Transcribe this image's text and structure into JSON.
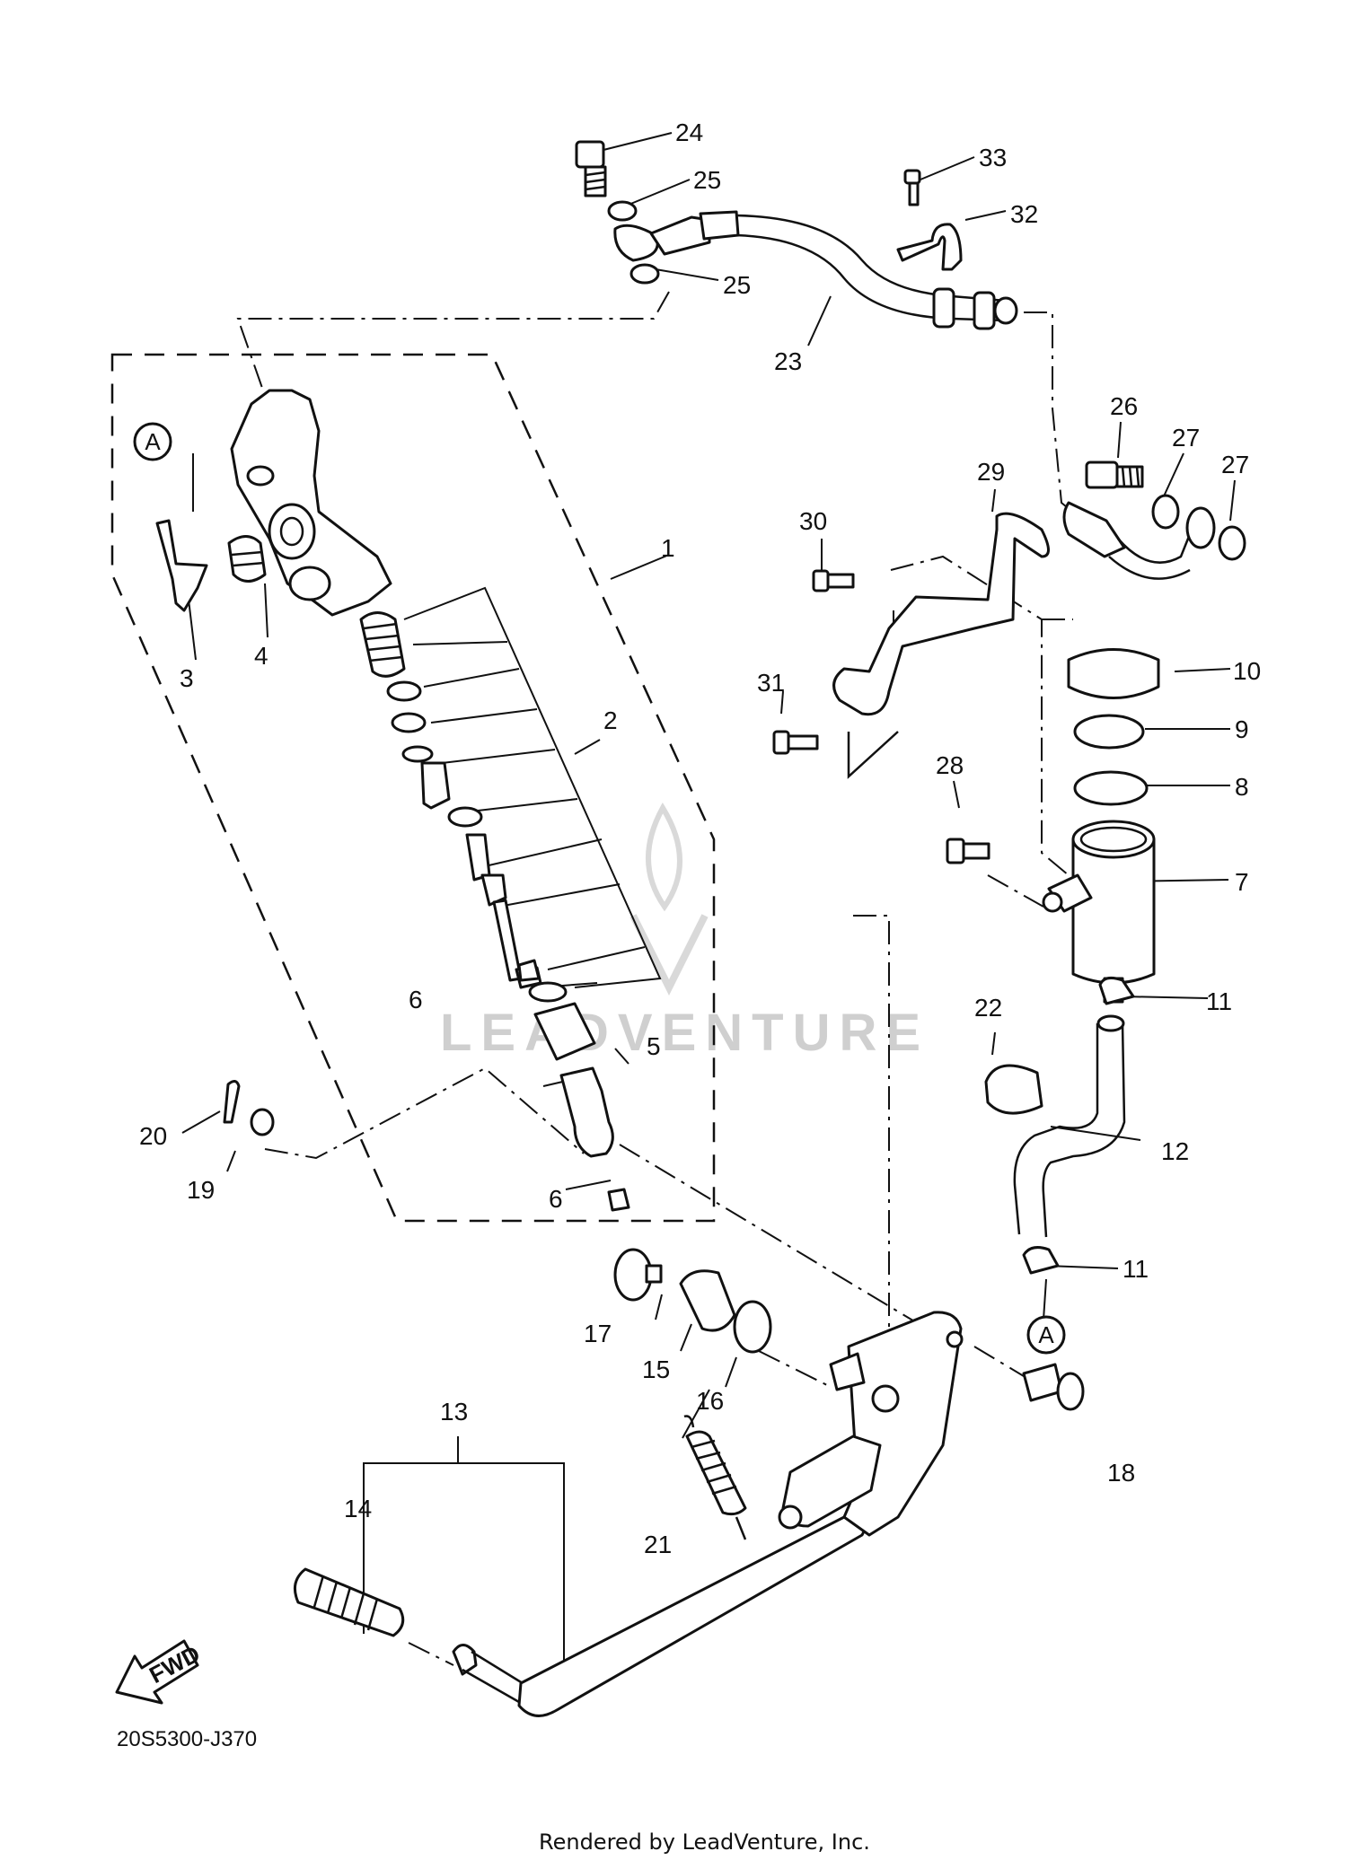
{
  "diagram": {
    "callouts": [
      {
        "id": "c1",
        "text": "1"
      },
      {
        "id": "c2",
        "text": "2"
      },
      {
        "id": "c3",
        "text": "3"
      },
      {
        "id": "c4",
        "text": "4"
      },
      {
        "id": "c5",
        "text": "5"
      },
      {
        "id": "c6a",
        "text": "6"
      },
      {
        "id": "c6b",
        "text": "6"
      },
      {
        "id": "c7",
        "text": "7"
      },
      {
        "id": "c8",
        "text": "8"
      },
      {
        "id": "c9",
        "text": "9"
      },
      {
        "id": "c10",
        "text": "10"
      },
      {
        "id": "c11a",
        "text": "11"
      },
      {
        "id": "c11b",
        "text": "11"
      },
      {
        "id": "c12",
        "text": "12"
      },
      {
        "id": "c13",
        "text": "13"
      },
      {
        "id": "c14",
        "text": "14"
      },
      {
        "id": "c15",
        "text": "15"
      },
      {
        "id": "c16",
        "text": "16"
      },
      {
        "id": "c17",
        "text": "17"
      },
      {
        "id": "c18",
        "text": "18"
      },
      {
        "id": "c19",
        "text": "19"
      },
      {
        "id": "c20",
        "text": "20"
      },
      {
        "id": "c21",
        "text": "21"
      },
      {
        "id": "c22",
        "text": "22"
      },
      {
        "id": "c23",
        "text": "23"
      },
      {
        "id": "c24",
        "text": "24"
      },
      {
        "id": "c25a",
        "text": "25"
      },
      {
        "id": "c25b",
        "text": "25"
      },
      {
        "id": "c26",
        "text": "26"
      },
      {
        "id": "c27a",
        "text": "27"
      },
      {
        "id": "c27b",
        "text": "27"
      },
      {
        "id": "c28",
        "text": "28"
      },
      {
        "id": "c29",
        "text": "29"
      },
      {
        "id": "c30",
        "text": "30"
      },
      {
        "id": "c31",
        "text": "31"
      },
      {
        "id": "c32",
        "text": "32"
      },
      {
        "id": "c33",
        "text": "33"
      }
    ],
    "ref_marker": "A",
    "fwd_label": "FWD",
    "diagram_code": "20S5300-J370",
    "watermark": "LEADVENTURE",
    "footer": "Rendered by LeadVenture, Inc."
  }
}
